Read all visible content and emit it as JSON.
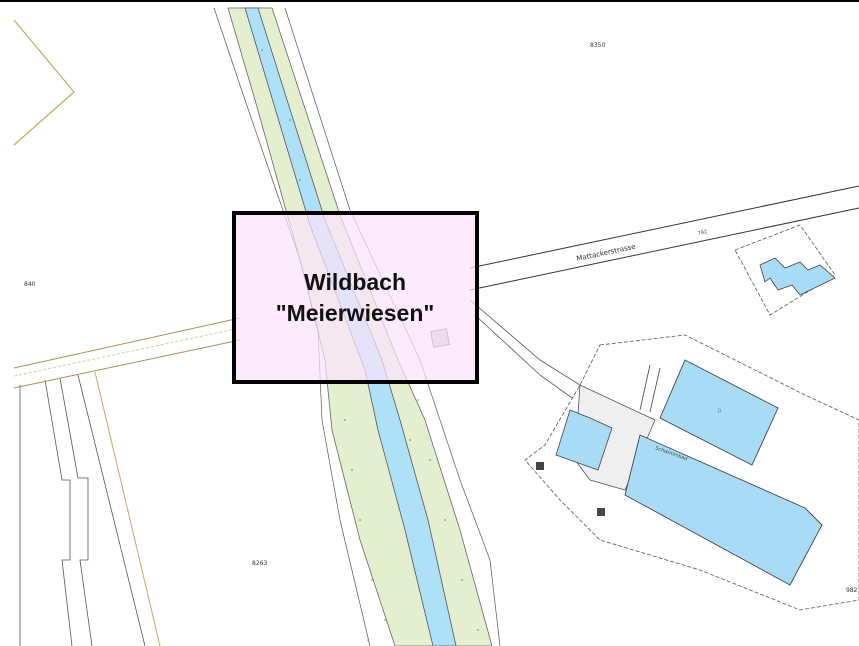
{
  "map": {
    "callout": {
      "line1": "Wildbach",
      "line2": "\"Meierwiesen\"",
      "fill": "#fbe3fb",
      "border": "#000000"
    },
    "street": {
      "name": "Mattackerstrasse",
      "number": "792"
    },
    "parcels": {
      "north": "8350",
      "west": "840",
      "southwest": "8263",
      "east_edge": "982"
    },
    "facility": {
      "label": "Schwimmbad"
    },
    "colors": {
      "water": "#aee0f7",
      "riparian": "#e3efcf",
      "building": "#a8dcf6",
      "paved": "#efefef",
      "parcel_line": "#c8a85a",
      "line": "#444444"
    }
  }
}
